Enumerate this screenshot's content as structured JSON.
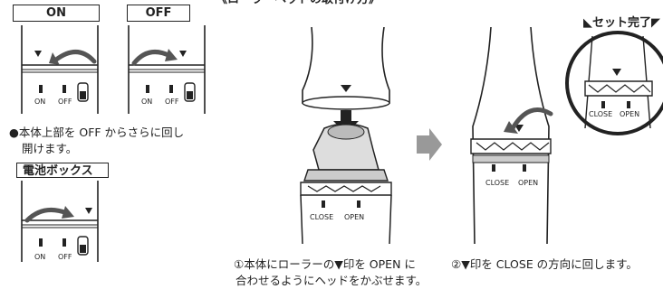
{
  "header": {
    "title_partial": "《ローラーヘッドの取付け方》"
  },
  "left": {
    "on_label": "ON",
    "off_label": "OFF",
    "note_line1": "●本体上部を OFF からさらに回し",
    "note_line2": "開けます。",
    "battery_box_label": "電池ボックス",
    "mark_on": "ON",
    "mark_off": "OFF"
  },
  "right": {
    "ring_close": "CLOSE",
    "ring_open": "OPEN",
    "set_complete": "セット完了",
    "step1_line1": "①本体にローラーの▼印を OPEN に",
    "step1_line2": "合わせるようにヘッドをかぶせます。",
    "step2_line1": "②▼印を CLOSE の方向に回します。"
  }
}
